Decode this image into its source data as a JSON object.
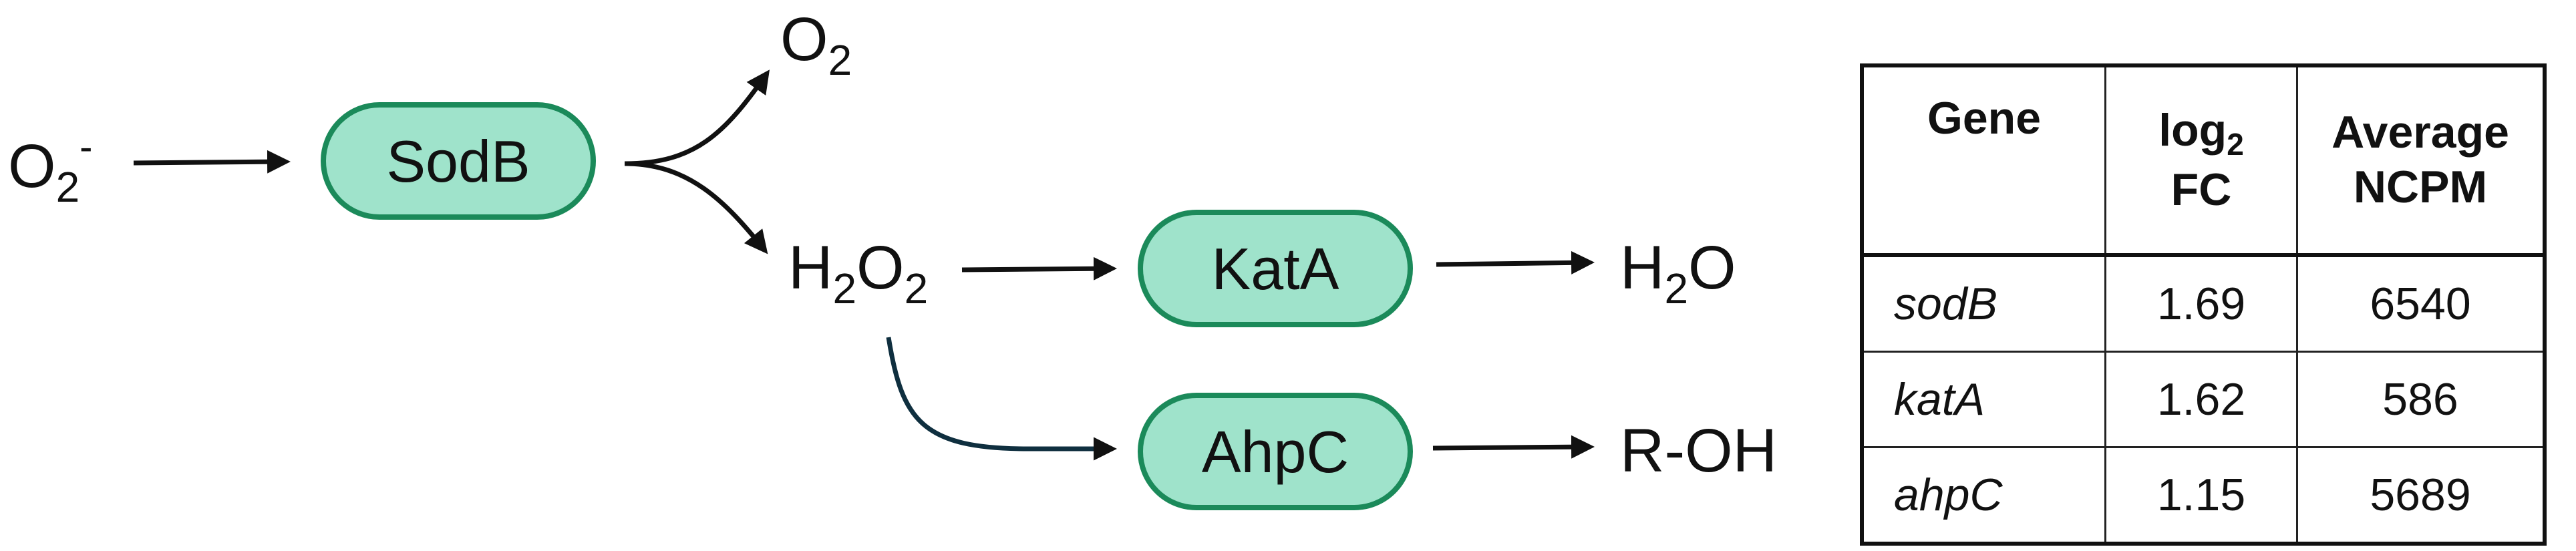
{
  "diagram": {
    "superoxide": {
      "base": "O",
      "sub": "2",
      "sup": "-"
    },
    "oxygen": {
      "base": "O",
      "sub": "2"
    },
    "peroxide": {
      "base1": "H",
      "sub1": "2",
      "base2": "O",
      "sub2": "2"
    },
    "water": {
      "base1": "H",
      "sub1": "2",
      "base2": "O"
    },
    "alcohol": "R-OH",
    "enzymes": {
      "sodb": "SodB",
      "kata": "KatA",
      "ahpc": "AhpC"
    },
    "colors": {
      "enzyme_fill": "#9fe3cb",
      "enzyme_border": "#1b8a5a",
      "arrow": "#111111",
      "ahpc_arrow": "#0f2f3f"
    }
  },
  "table": {
    "headers": {
      "gene": "Gene",
      "log_base": "log",
      "log_sub": "2",
      "fc": "FC",
      "avg_line1": "Average",
      "avg_line2": "NCPM"
    },
    "rows": [
      {
        "gene": "sodB",
        "log2fc": "1.69",
        "ncpm": "6540"
      },
      {
        "gene": "katA",
        "log2fc": "1.62",
        "ncpm": "586"
      },
      {
        "gene": "ahpC",
        "log2fc": "1.15",
        "ncpm": "5689"
      }
    ]
  }
}
